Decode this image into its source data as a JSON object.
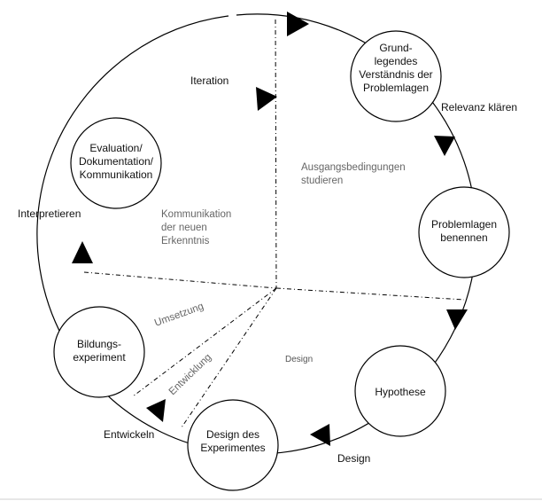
{
  "nodes": {
    "grundlegendes": [
      "Grund-",
      "legendes",
      "Verständnis der",
      "Problemlagen"
    ],
    "problemlagen": [
      "Problemlagen",
      "benennen"
    ],
    "hypothese": [
      "Hypothese"
    ],
    "design_experimente": [
      "Design des",
      "Experimentes"
    ],
    "bildungsexperiment": [
      "Bildungs-",
      "experiment"
    ],
    "evaluation": [
      "Evaluation/",
      "Dokumentation/",
      "Kommunikation"
    ]
  },
  "edge_labels": {
    "iteration": "Iteration",
    "relevanz": "Relevanz klären",
    "design": "Design",
    "entwickeln": "Entwickeln",
    "interpretieren": "Interpretieren"
  },
  "region_labels": {
    "ausgangsbedingungen": [
      "Ausgangsbedingungen",
      "studieren"
    ],
    "kommunikation": [
      "Kommunikation",
      "der neuen",
      "Erkenntnis"
    ],
    "design_center": "Design",
    "umsetzung": "Umsetzung",
    "entwicklung": "Entwicklung"
  }
}
